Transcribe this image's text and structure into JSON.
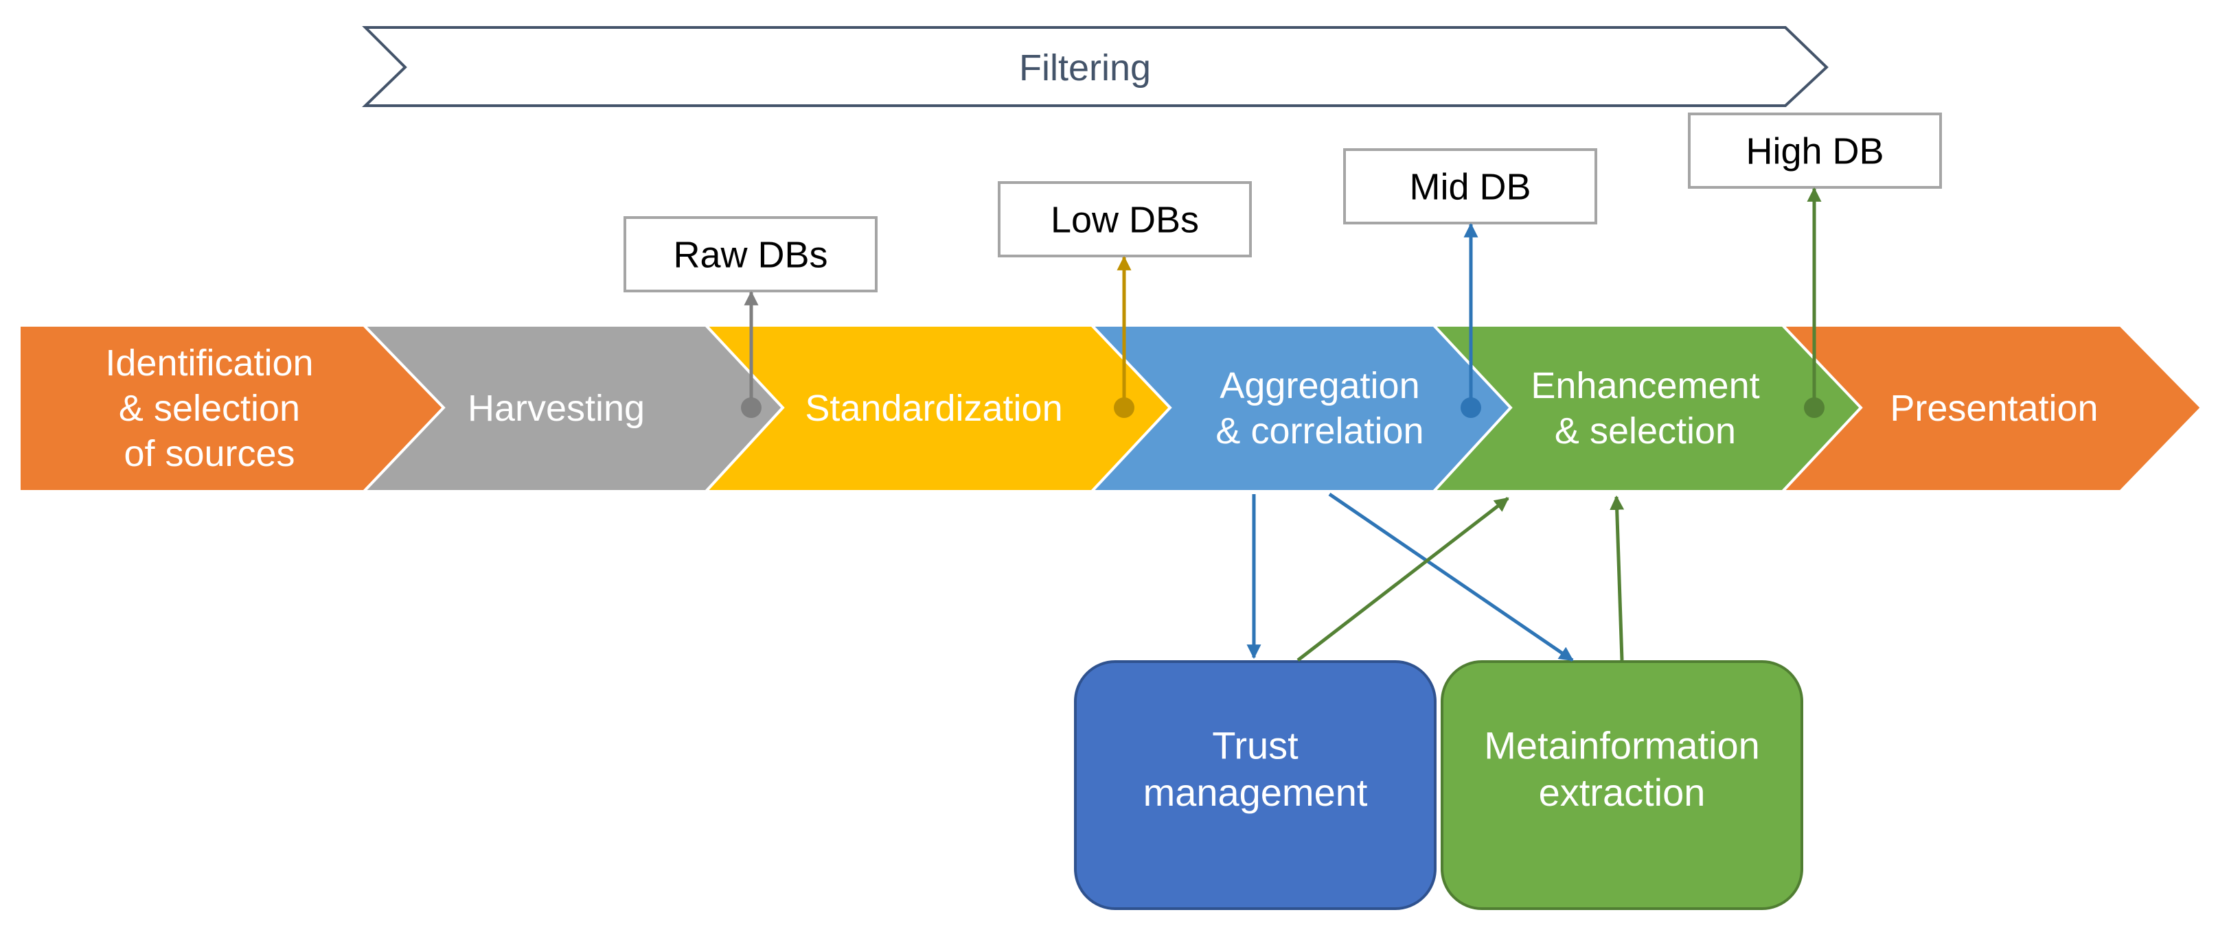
{
  "filtering": {
    "label": "Filtering",
    "stroke": "#44546A",
    "text_color": "#44546A"
  },
  "stages": [
    {
      "id": "identification",
      "lines": [
        "Identification",
        "& selection",
        "of sources"
      ],
      "color": "#ED7D31"
    },
    {
      "id": "harvesting",
      "lines": [
        "Harvesting"
      ],
      "color": "#A5A5A5"
    },
    {
      "id": "standardization",
      "lines": [
        "Standardization"
      ],
      "color": "#FFC000"
    },
    {
      "id": "aggregation",
      "lines": [
        "Aggregation",
        "& correlation"
      ],
      "color": "#5B9BD5"
    },
    {
      "id": "enhancement",
      "lines": [
        "Enhancement",
        "& selection"
      ],
      "color": "#70AD47"
    },
    {
      "id": "presentation",
      "lines": [
        "Presentation"
      ],
      "color": "#ED7D31"
    }
  ],
  "databases": [
    {
      "id": "raw",
      "label": "Raw DBs",
      "arrow_color": "#7F7F7F"
    },
    {
      "id": "low",
      "label": "Low DBs",
      "arrow_color": "#BF9000"
    },
    {
      "id": "mid",
      "label": "Mid DB",
      "arrow_color": "#2E75B6"
    },
    {
      "id": "high",
      "label": "High DB",
      "arrow_color": "#548235"
    }
  ],
  "modules": [
    {
      "id": "trust",
      "lines": [
        "Trust",
        "management"
      ],
      "fill": "#4472C4",
      "stroke": "#2F528F"
    },
    {
      "id": "metainfo",
      "lines": [
        "Metainformation",
        "extraction"
      ],
      "fill": "#70AD47",
      "stroke": "#507E32"
    }
  ],
  "flow_colors": {
    "to_modules": "#2E75B6",
    "from_modules": "#548235"
  },
  "db_box_stroke": "#A5A5A5"
}
